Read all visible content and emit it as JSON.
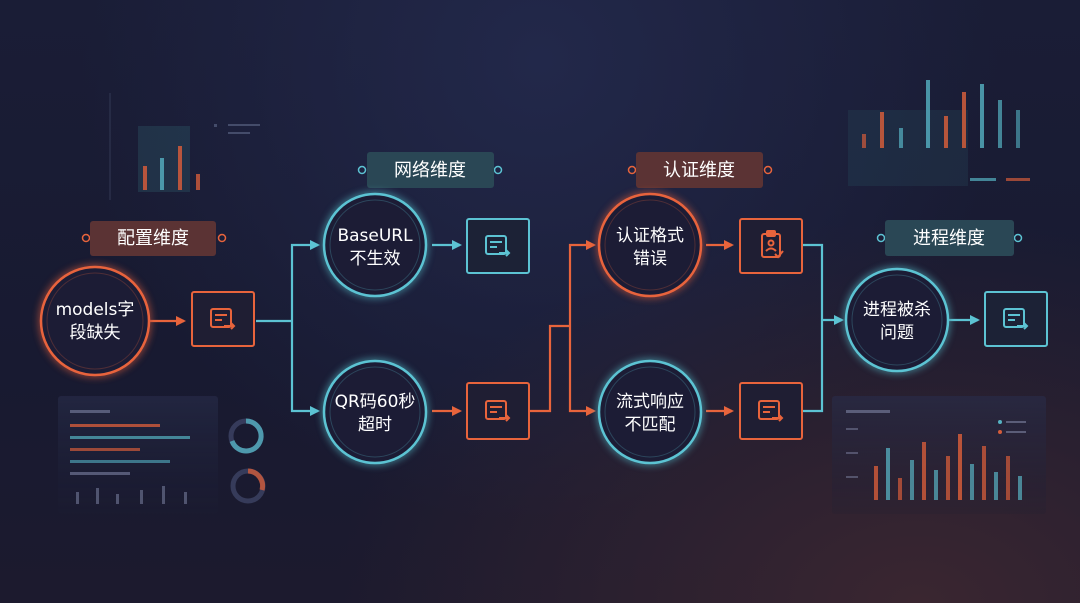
{
  "colors": {
    "teal": "#5cc3d3",
    "orange": "#e8643c",
    "background": "#1a1d36",
    "teal_label_fill": "#2a4755",
    "orange_label_fill": "#5b3334"
  },
  "dimensions": [
    {
      "name": "配置维度",
      "accent": "orange"
    },
    {
      "name": "网络维度",
      "accent": "teal"
    },
    {
      "name": "认证维度",
      "accent": "orange"
    },
    {
      "name": "进程维度",
      "accent": "teal"
    }
  ],
  "nodes": [
    {
      "id": "models-field",
      "lines": [
        "models字",
        "段缺失"
      ],
      "accent": "orange",
      "icon": "document-arrow-icon"
    },
    {
      "id": "baseurl",
      "lines": [
        "BaseURL",
        "不生效"
      ],
      "accent": "teal",
      "icon": "document-arrow-icon"
    },
    {
      "id": "qr-timeout",
      "lines": [
        "QR码60秒",
        "超时"
      ],
      "accent": "teal",
      "icon": "document-arrow-icon"
    },
    {
      "id": "auth-format",
      "lines": [
        "认证格式",
        "错误"
      ],
      "accent": "orange",
      "icon": "clipboard-check-icon"
    },
    {
      "id": "stream-mismatch",
      "lines": [
        "流式响应",
        "不匹配"
      ],
      "accent": "teal",
      "icon": "document-arrow-icon"
    },
    {
      "id": "process-killed",
      "lines": [
        "进程被杀",
        "问题"
      ],
      "accent": "teal",
      "icon": "document-arrow-icon"
    }
  ]
}
